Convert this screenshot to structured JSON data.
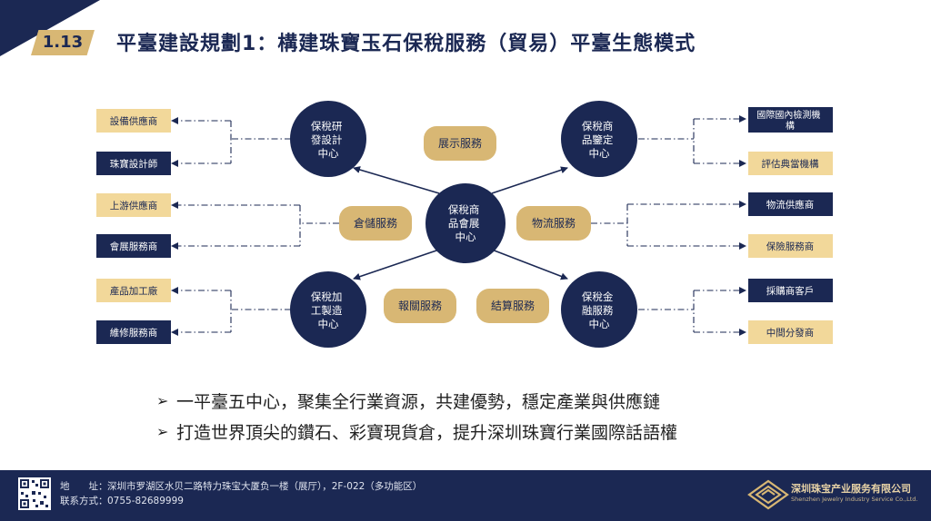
{
  "header": {
    "badge": "1.13",
    "title": "平臺建設規劃1：構建珠寶玉石保稅服務（貿易）平臺生態模式"
  },
  "diagram": {
    "hub": [
      "保稅商",
      "品會展",
      "中心"
    ],
    "centers": {
      "rd": [
        "保稅研",
        "發設計",
        "中心"
      ],
      "appraisal": [
        "保稅商",
        "品鑒定",
        "中心"
      ],
      "processing": [
        "保稅加",
        "工製造",
        "中心"
      ],
      "finance": [
        "保稅金",
        "融服務",
        "中心"
      ]
    },
    "services": {
      "exhibition": "展示服務",
      "warehouse": "倉儲服務",
      "logistics": "物流服務",
      "customs": "報關服務",
      "settlement": "結算服務"
    },
    "left_boxes": {
      "equipment": "設備供應商",
      "designer": "珠寶設計師",
      "upstream": "上游供應商",
      "exhibition_service": "會展服務商",
      "processing_factory": "產品加工廠",
      "repair": "維修服務商"
    },
    "right_boxes": {
      "testing": [
        "國際國內檢測機",
        "構"
      ],
      "pawn": "評估典當機構",
      "logistics_supplier": "物流供應商",
      "insurance": "保險服務商",
      "buyer": "採購商客戶",
      "distributor": "中間分發商"
    }
  },
  "bullets": [
    "一平臺五中心，聚集全行業資源，共建優勢，穩定產業與供應鏈",
    "打造世界頂尖的鑽石、彩寶現貨倉，提升深圳珠寶行業國際話語權"
  ],
  "footer": {
    "address_label": "地　　址：",
    "address": "深圳市罗湖区水贝二路特力珠宝大厦负一楼（展厅），2F-022（多功能区）",
    "contact_label": "联系方式：",
    "phone": "0755-82689999",
    "company_cn": "深圳珠宝产业服务有限公司",
    "company_en": "Shenzhen Jewelry Industry Service Co.,Ltd."
  },
  "colors": {
    "navy": "#1b2853",
    "gold": "#d8b774",
    "gold_light": "#f2d89a",
    "text_dark": "#222222"
  }
}
